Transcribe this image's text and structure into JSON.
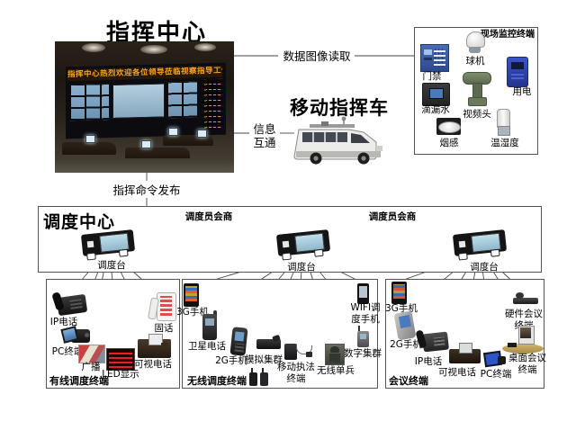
{
  "colors": {
    "line": "#444444",
    "box_border": "#555555",
    "banner_text": "#ffa31a",
    "accent_blue": "#3a5fa8"
  },
  "command_center": {
    "title": "指挥中心",
    "photo_banner": "指挥中心热烈欢迎各位领导莅临视察指导工作",
    "release_label": "指挥命令发布"
  },
  "links": {
    "data_image_read": "数据图像读取",
    "info_exchange": "信息互通"
  },
  "mobile_command_vehicle": {
    "title": "移动指挥车"
  },
  "site_monitoring": {
    "title": "现场监控终端",
    "devices": [
      {
        "label": "球机"
      },
      {
        "label": "门禁"
      },
      {
        "label": "用电"
      },
      {
        "label": "滴漏水"
      },
      {
        "label": "视频头"
      },
      {
        "label": "烟感"
      },
      {
        "label": "温湿度"
      }
    ]
  },
  "dispatch_center": {
    "title": "调度中心",
    "consult_left": "调度员会商",
    "consult_right": "调度员会商",
    "consoles": [
      {
        "label": "调度台"
      },
      {
        "label": "调度台"
      },
      {
        "label": "调度台"
      }
    ]
  },
  "wired_terminals": {
    "title": "有线调度终端",
    "devices": [
      {
        "label": "IP电话"
      },
      {
        "label": "固话"
      },
      {
        "label": "PC终端"
      },
      {
        "label": "广播"
      },
      {
        "label": "LED显示"
      },
      {
        "label": "可视电话"
      }
    ]
  },
  "wireless_terminals": {
    "title": "无线调度终端",
    "devices": [
      {
        "label": "3G手机"
      },
      {
        "label": "卫星电话"
      },
      {
        "label": "2G手机"
      },
      {
        "label": "模拟集群"
      },
      {
        "label": "移动执法终端"
      },
      {
        "label": "无线单兵"
      },
      {
        "label": "WIFI调度手机"
      },
      {
        "label": "数字集群"
      }
    ]
  },
  "conference_terminals": {
    "title": "会议终端",
    "devices": [
      {
        "label": "3G手机"
      },
      {
        "label": "2G手机"
      },
      {
        "label": "IP电话"
      },
      {
        "label": "可视电话"
      },
      {
        "label": "PC终端"
      },
      {
        "label": "硬件会议终端"
      },
      {
        "label": "桌面会议终端"
      }
    ]
  }
}
